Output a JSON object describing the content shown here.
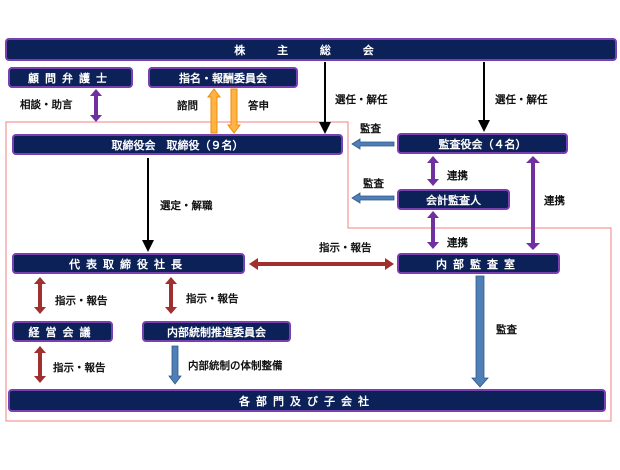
{
  "boxes": {
    "shareholders": "株 主 総 会",
    "legal_advisor": "顧問弁護士",
    "nomination_committee": "指名・報酬委員会",
    "board": "取締役会　取締役（９名）",
    "auditors": "監査役会（４名）",
    "accounting_auditor": "会計監査人",
    "president": "代表取締役社長",
    "internal_audit": "内部監査室",
    "management_meeting": "経営会議",
    "internal_control_committee": "内部統制推進委員会",
    "departments": "各部門及び子会社"
  },
  "labels": {
    "consult": "相談・助言",
    "inquiry": "諮問",
    "report_back": "答申",
    "elect1": "選任・解任",
    "elect2": "選任・解任",
    "audit1": "監査",
    "audit2": "監査",
    "audit3": "監査",
    "coop1": "連携",
    "coop2": "連携",
    "coop3": "連携",
    "appoint": "選定・解職",
    "instruct1": "指示・報告",
    "instruct2": "指示・報告",
    "instruct3": "指示・報告",
    "instruct4": "指示・報告",
    "control": "内部統制の体制整備"
  }
}
